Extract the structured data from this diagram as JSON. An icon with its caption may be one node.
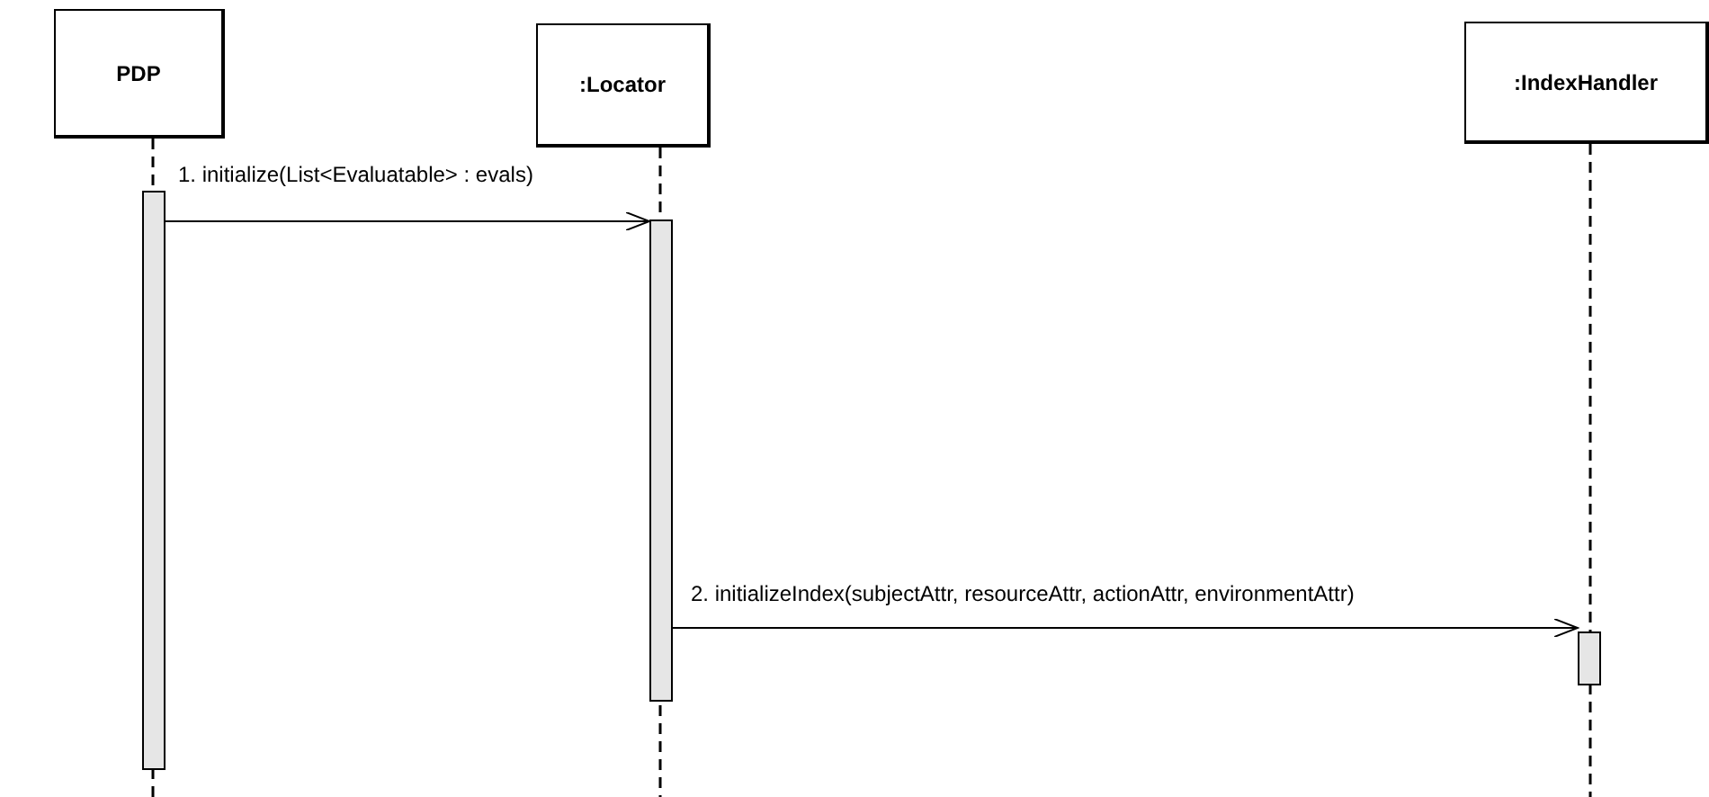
{
  "diagram": {
    "nodes": [
      {
        "text": [
          "PDP"
        ]
      },
      {
        "text": [
          ":Locator"
        ]
      },
      {
        "text": [
          ":IndexHandler"
        ]
      },
      {
        "text": [],
        "shape": "bar"
      },
      {
        "text": [],
        "shape": "bar"
      },
      {
        "text": [],
        "shape": "bar"
      }
    ],
    "edges": [
      {
        "from": 3,
        "to": 4,
        "arrow": "to",
        "label": "1. initialize(List<Evaluatable> : evals)"
      },
      {
        "from": 4,
        "to": 5,
        "arrow": "to",
        "label": "2. initializeIndex(subjectAttr, resourceAttr, actionAttr, environmentAttr)"
      }
    ]
  }
}
